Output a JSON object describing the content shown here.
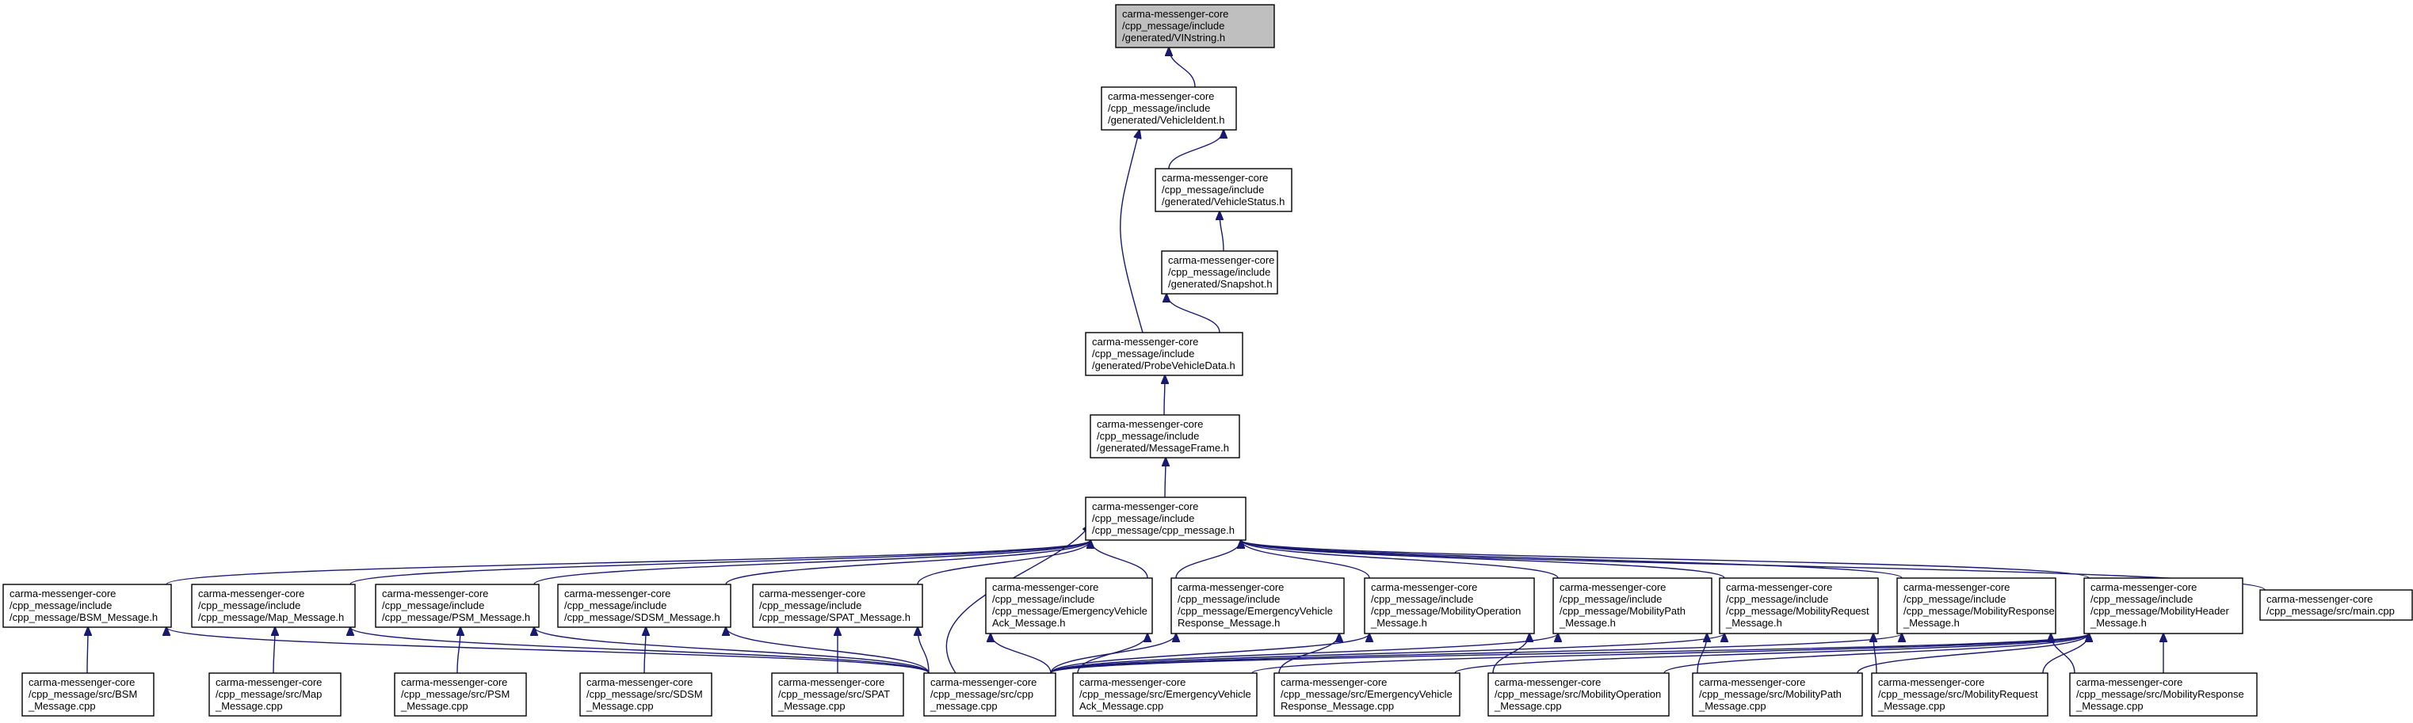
{
  "diagram": {
    "type": "doxygen-include-dependency-graph",
    "colors": {
      "edge": "#191970",
      "root_fill": "#bfbfbf",
      "node_fill": "#ffffff",
      "node_border": "#000000"
    },
    "nodes": [
      {
        "id": "vinstring",
        "lines": [
          "carma-messenger-core",
          "/cpp_message/include",
          "/generated/VINstring.h"
        ],
        "root": true
      },
      {
        "id": "vehicleident",
        "lines": [
          "carma-messenger-core",
          "/cpp_message/include",
          "/generated/VehicleIdent.h"
        ]
      },
      {
        "id": "vehiclestatus",
        "lines": [
          "carma-messenger-core",
          "/cpp_message/include",
          "/generated/VehicleStatus.h"
        ]
      },
      {
        "id": "snapshot",
        "lines": [
          "carma-messenger-core",
          "/cpp_message/include",
          "/generated/Snapshot.h"
        ]
      },
      {
        "id": "probevehicledata",
        "lines": [
          "carma-messenger-core",
          "/cpp_message/include",
          "/generated/ProbeVehicleData.h"
        ]
      },
      {
        "id": "messageframe",
        "lines": [
          "carma-messenger-core",
          "/cpp_message/include",
          "/generated/MessageFrame.h"
        ]
      },
      {
        "id": "cpp_message_h",
        "lines": [
          "carma-messenger-core",
          "/cpp_message/include",
          "/cpp_message/cpp_message.h"
        ]
      },
      {
        "id": "bsm_h",
        "lines": [
          "carma-messenger-core",
          "/cpp_message/include",
          "/cpp_message/BSM_Message.h"
        ]
      },
      {
        "id": "map_h",
        "lines": [
          "carma-messenger-core",
          "/cpp_message/include",
          "/cpp_message/Map_Message.h"
        ]
      },
      {
        "id": "psm_h",
        "lines": [
          "carma-messenger-core",
          "/cpp_message/include",
          "/cpp_message/PSM_Message.h"
        ]
      },
      {
        "id": "sdsm_h",
        "lines": [
          "carma-messenger-core",
          "/cpp_message/include",
          "/cpp_message/SDSM_Message.h"
        ]
      },
      {
        "id": "spat_h",
        "lines": [
          "carma-messenger-core",
          "/cpp_message/include",
          "/cpp_message/SPAT_Message.h"
        ]
      },
      {
        "id": "eva_h",
        "lines": [
          "carma-messenger-core",
          "/cpp_message/include",
          "/cpp_message/EmergencyVehicle",
          "Ack_Message.h"
        ]
      },
      {
        "id": "evr_h",
        "lines": [
          "carma-messenger-core",
          "/cpp_message/include",
          "/cpp_message/EmergencyVehicle",
          "Response_Message.h"
        ]
      },
      {
        "id": "mop_h",
        "lines": [
          "carma-messenger-core",
          "/cpp_message/include",
          "/cpp_message/MobilityOperation",
          "_Message.h"
        ]
      },
      {
        "id": "mpath_h",
        "lines": [
          "carma-messenger-core",
          "/cpp_message/include",
          "/cpp_message/MobilityPath",
          "_Message.h"
        ]
      },
      {
        "id": "mreq_h",
        "lines": [
          "carma-messenger-core",
          "/cpp_message/include",
          "/cpp_message/MobilityRequest",
          "_Message.h"
        ]
      },
      {
        "id": "mresp_h",
        "lines": [
          "carma-messenger-core",
          "/cpp_message/include",
          "/cpp_message/MobilityResponse",
          "_Message.h"
        ]
      },
      {
        "id": "mhdr_h",
        "lines": [
          "carma-messenger-core",
          "/cpp_message/include",
          "/cpp_message/MobilityHeader",
          "_Message.h"
        ]
      },
      {
        "id": "main_cpp",
        "lines": [
          "carma-messenger-core",
          "/cpp_message/src/main.cpp"
        ]
      },
      {
        "id": "bsm_cpp",
        "lines": [
          "carma-messenger-core",
          "/cpp_message/src/BSM",
          "_Message.cpp"
        ]
      },
      {
        "id": "map_cpp",
        "lines": [
          "carma-messenger-core",
          "/cpp_message/src/Map",
          "_Message.cpp"
        ]
      },
      {
        "id": "psm_cpp",
        "lines": [
          "carma-messenger-core",
          "/cpp_message/src/PSM",
          "_Message.cpp"
        ]
      },
      {
        "id": "sdsm_cpp",
        "lines": [
          "carma-messenger-core",
          "/cpp_message/src/SDSM",
          "_Message.cpp"
        ]
      },
      {
        "id": "spat_cpp",
        "lines": [
          "carma-messenger-core",
          "/cpp_message/src/SPAT",
          "_Message.cpp"
        ]
      },
      {
        "id": "cpp_message_cpp",
        "lines": [
          "carma-messenger-core",
          "/cpp_message/src/cpp",
          "_message.cpp"
        ]
      },
      {
        "id": "eva_cpp",
        "lines": [
          "carma-messenger-core",
          "/cpp_message/src/EmergencyVehicle",
          "Ack_Message.cpp"
        ]
      },
      {
        "id": "evr_cpp",
        "lines": [
          "carma-messenger-core",
          "/cpp_message/src/EmergencyVehicle",
          "Response_Message.cpp"
        ]
      },
      {
        "id": "mop_cpp",
        "lines": [
          "carma-messenger-core",
          "/cpp_message/src/MobilityOperation",
          "_Message.cpp"
        ]
      },
      {
        "id": "mpath_cpp",
        "lines": [
          "carma-messenger-core",
          "/cpp_message/src/MobilityPath",
          "_Message.cpp"
        ]
      },
      {
        "id": "mreq_cpp",
        "lines": [
          "carma-messenger-core",
          "/cpp_message/src/MobilityRequest",
          "_Message.cpp"
        ]
      },
      {
        "id": "mresp_cpp",
        "lines": [
          "carma-messenger-core",
          "/cpp_message/src/MobilityResponse",
          "_Message.cpp"
        ]
      }
    ],
    "edges": [
      [
        "vehicleident",
        "vinstring"
      ],
      [
        "vehiclestatus",
        "vehicleident"
      ],
      [
        "probevehicledata",
        "vehicleident"
      ],
      [
        "snapshot",
        "vehiclestatus"
      ],
      [
        "probevehicledata",
        "snapshot"
      ],
      [
        "messageframe",
        "probevehicledata"
      ],
      [
        "cpp_message_h",
        "messageframe"
      ],
      [
        "bsm_h",
        "cpp_message_h"
      ],
      [
        "map_h",
        "cpp_message_h"
      ],
      [
        "psm_h",
        "cpp_message_h"
      ],
      [
        "sdsm_h",
        "cpp_message_h"
      ],
      [
        "spat_h",
        "cpp_message_h"
      ],
      [
        "cpp_message_cpp",
        "cpp_message_h"
      ],
      [
        "eva_h",
        "cpp_message_h"
      ],
      [
        "evr_h",
        "cpp_message_h"
      ],
      [
        "mop_h",
        "cpp_message_h"
      ],
      [
        "mpath_h",
        "cpp_message_h"
      ],
      [
        "mreq_h",
        "cpp_message_h"
      ],
      [
        "mresp_h",
        "cpp_message_h"
      ],
      [
        "mhdr_h",
        "cpp_message_h"
      ],
      [
        "main_cpp",
        "cpp_message_h"
      ],
      [
        "bsm_cpp",
        "bsm_h"
      ],
      [
        "cpp_message_cpp",
        "bsm_h"
      ],
      [
        "map_cpp",
        "map_h"
      ],
      [
        "cpp_message_cpp",
        "map_h"
      ],
      [
        "psm_cpp",
        "psm_h"
      ],
      [
        "cpp_message_cpp",
        "psm_h"
      ],
      [
        "sdsm_cpp",
        "sdsm_h"
      ],
      [
        "cpp_message_cpp",
        "sdsm_h"
      ],
      [
        "spat_cpp",
        "spat_h"
      ],
      [
        "cpp_message_cpp",
        "spat_h"
      ],
      [
        "cpp_message_cpp",
        "eva_h"
      ],
      [
        "eva_cpp",
        "eva_h"
      ],
      [
        "cpp_message_cpp",
        "evr_h"
      ],
      [
        "evr_cpp",
        "evr_h"
      ],
      [
        "cpp_message_cpp",
        "mop_h"
      ],
      [
        "mop_cpp",
        "mop_h"
      ],
      [
        "cpp_message_cpp",
        "mpath_h"
      ],
      [
        "mpath_cpp",
        "mpath_h"
      ],
      [
        "cpp_message_cpp",
        "mreq_h"
      ],
      [
        "mreq_cpp",
        "mreq_h"
      ],
      [
        "cpp_message_cpp",
        "mresp_h"
      ],
      [
        "mresp_cpp",
        "mresp_h"
      ],
      [
        "cpp_message_cpp",
        "mhdr_h"
      ],
      [
        "eva_cpp",
        "mhdr_h"
      ],
      [
        "evr_cpp",
        "mhdr_h"
      ],
      [
        "mop_cpp",
        "mhdr_h"
      ],
      [
        "mpath_cpp",
        "mhdr_h"
      ],
      [
        "mreq_cpp",
        "mhdr_h"
      ],
      [
        "mresp_cpp",
        "mhdr_h"
      ]
    ]
  }
}
